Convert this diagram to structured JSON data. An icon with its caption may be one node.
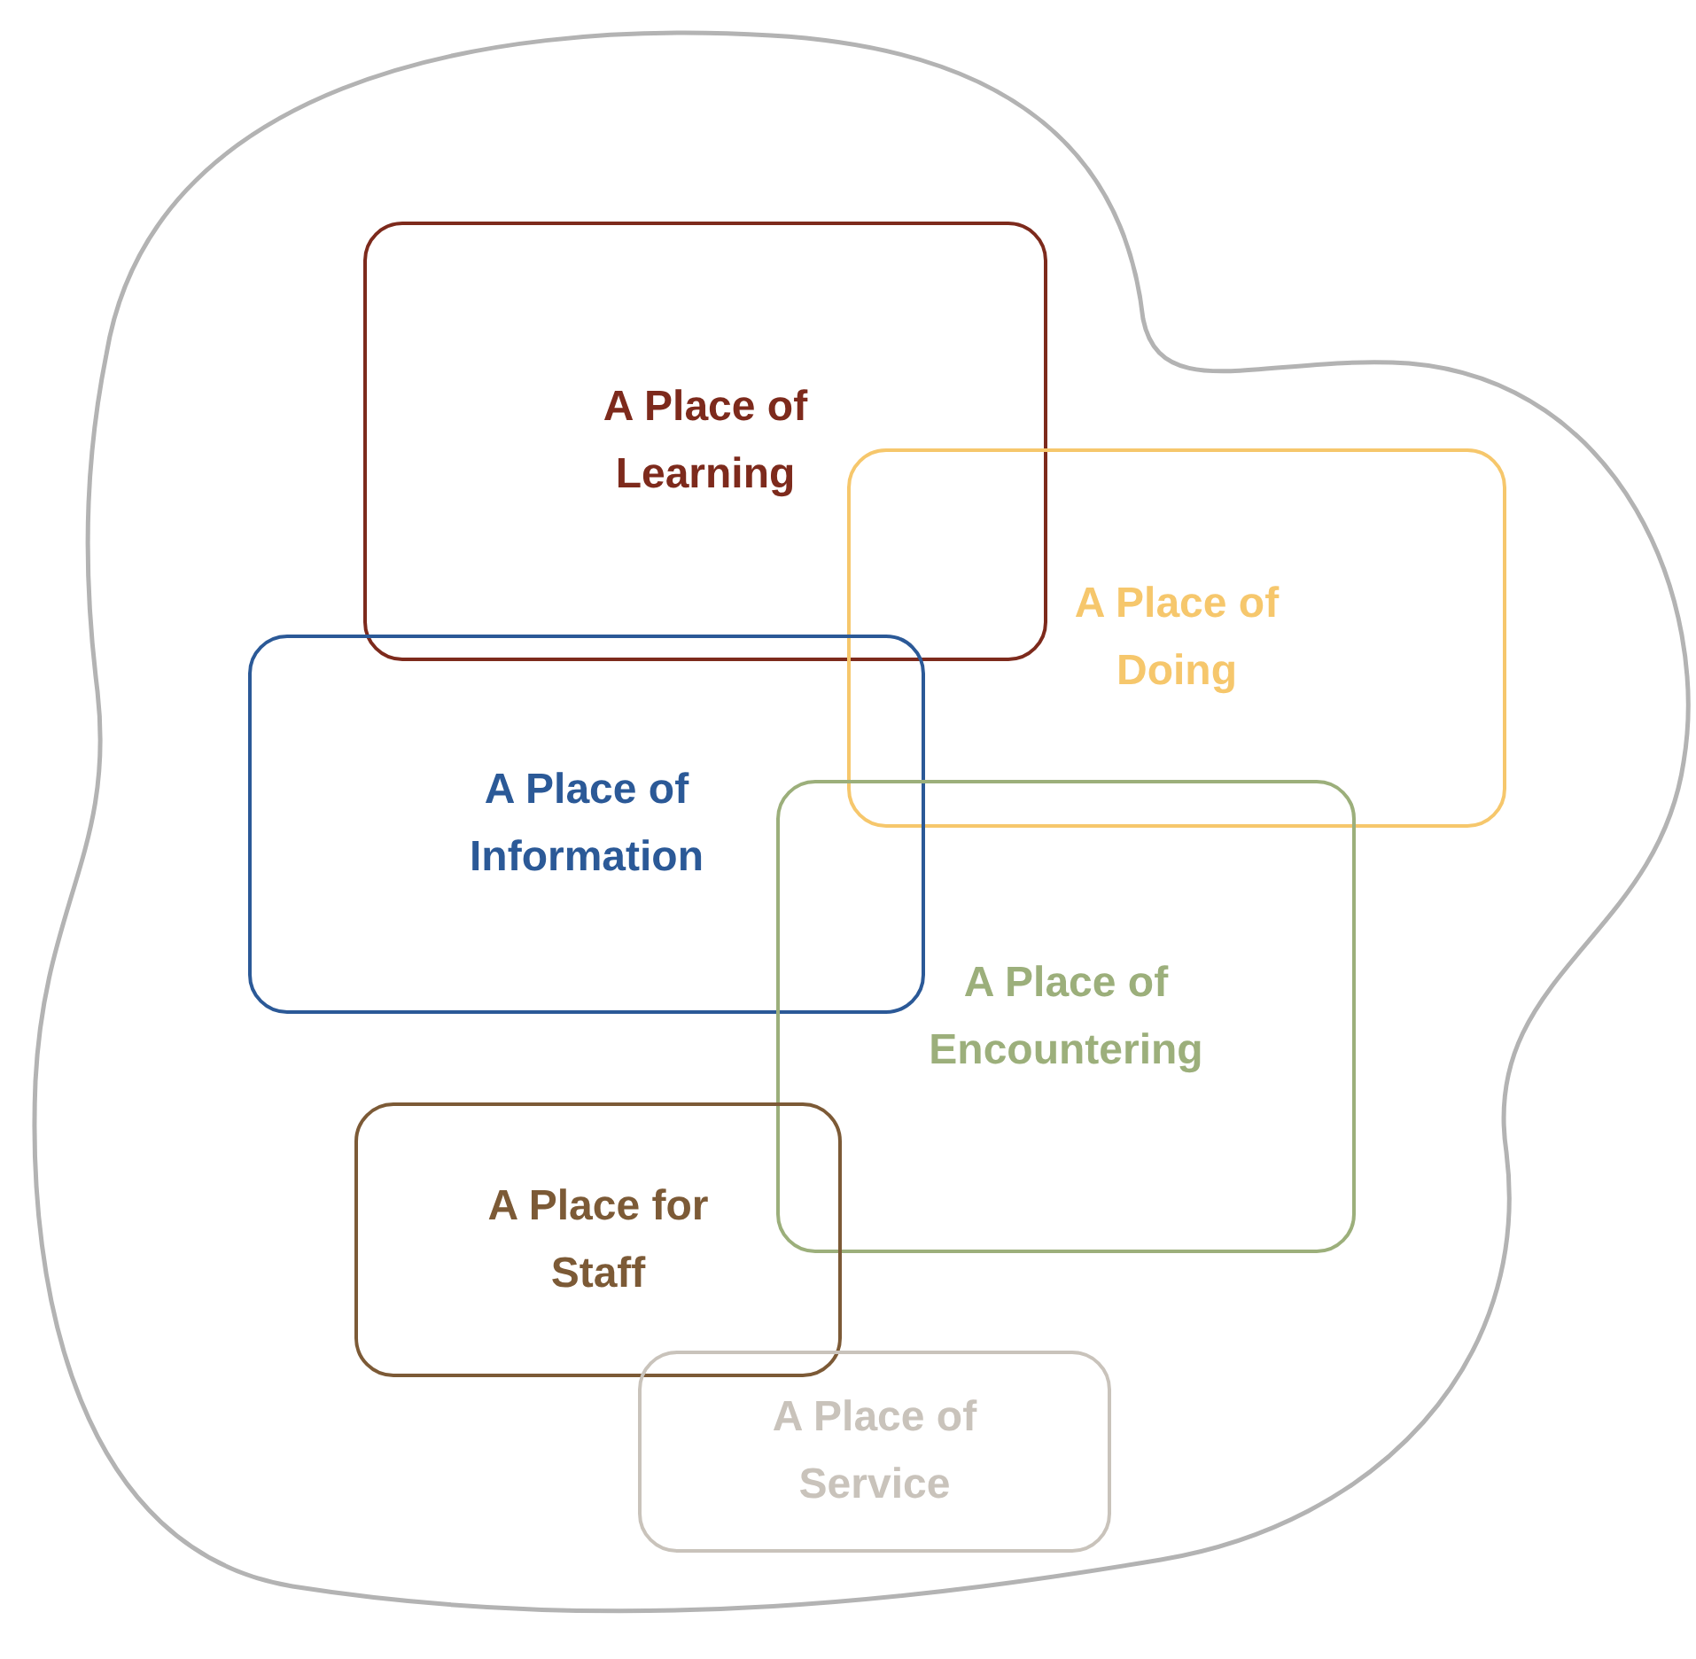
{
  "diagram": {
    "nodes": [
      {
        "text": [],
        "shape": "cloud"
      },
      {
        "text": [
          "A Place of Learning"
        ],
        "in": 0
      },
      {
        "text": [
          "A Place of Doing"
        ],
        "in": 0
      },
      {
        "text": [
          "A Place of Information"
        ],
        "in": 0
      },
      {
        "text": [
          "A Place of Encountering"
        ],
        "in": 0
      },
      {
        "text": [
          "A Place for Staff"
        ],
        "in": 0
      },
      {
        "text": [
          "A Place of Service"
        ],
        "in": 0
      }
    ]
  }
}
